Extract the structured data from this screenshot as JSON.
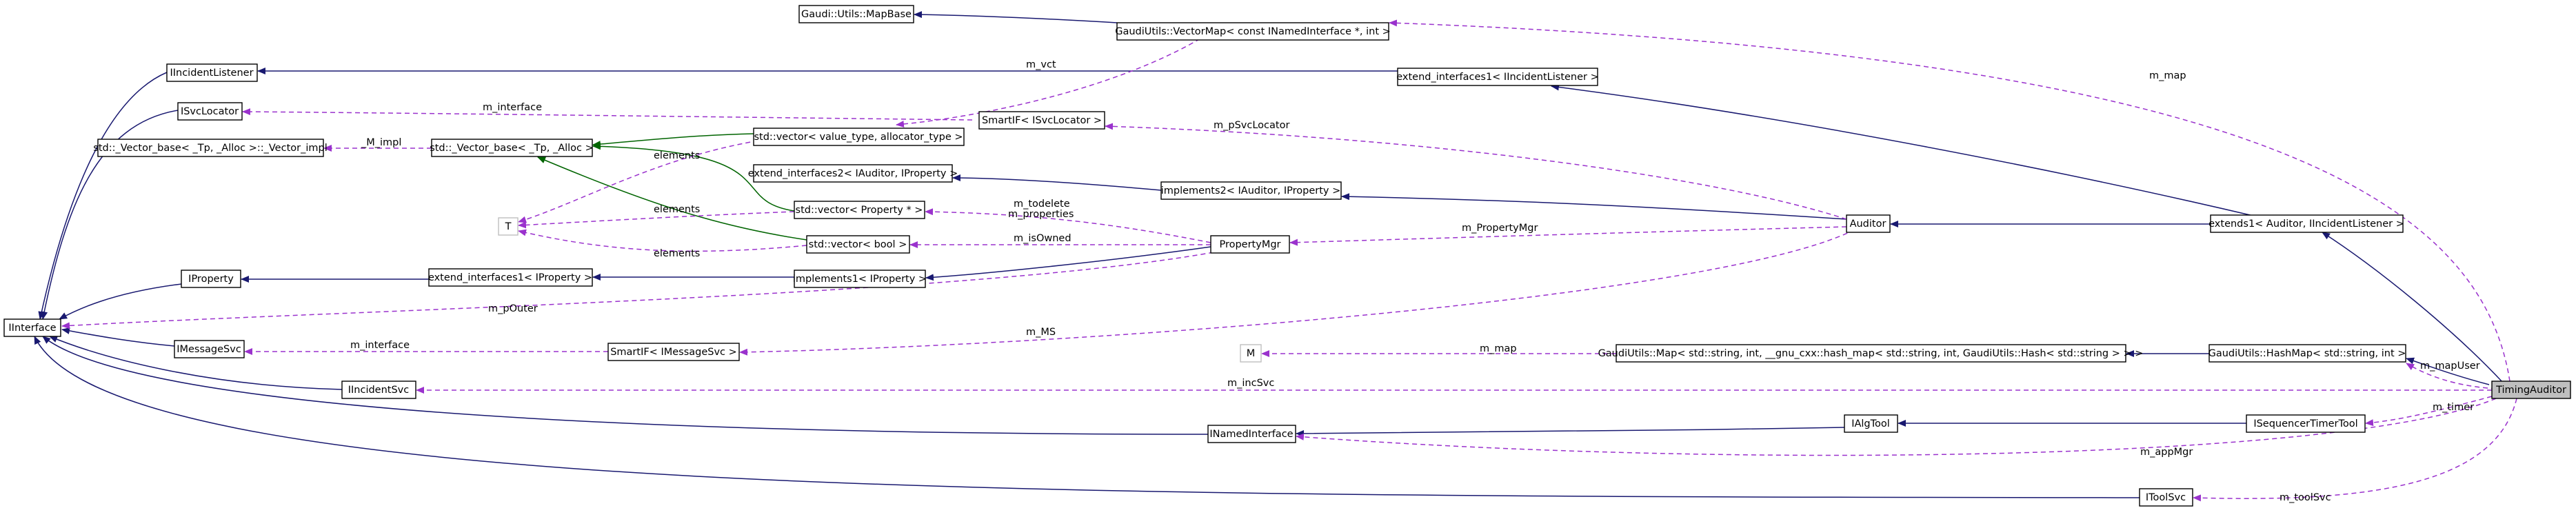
{
  "nodes": {
    "iinterface": "IInterface",
    "iincidentlistener": "IIncidentListener",
    "isvclocator": "ISvcLocator",
    "vector_impl": "std::_Vector_base< _Tp, _Alloc >::_Vector_impl",
    "vector_base": "std::_Vector_base< _Tp, _Alloc >",
    "t_param": "T",
    "iproperty": "IProperty",
    "imessagesvc": "IMessageSvc",
    "iincidentsvc": "IIncidentSvc",
    "gaudi_mapbase": "Gaudi::Utils::MapBase",
    "vectormap": "GaudiUtils::VectorMap< const INamedInterface *, int >",
    "extend_incident": "extend_interfaces1< IIncidentListener >",
    "smartif_svclocator": "SmartIF< ISvcLocator >",
    "vector_value": "std::vector< value_type, allocator_type >",
    "extend2": "extend_interfaces2< IAuditor, IProperty >",
    "vector_property": "std::vector< Property * >",
    "vector_bool": "std::vector< bool >",
    "extend_property": "extend_interfaces1< IProperty >",
    "implements1": "implements1< IProperty >",
    "smartif_msgsvc": "SmartIF< IMessageSvc >",
    "implements2": "implements2< IAuditor, IProperty >",
    "propertymgr": "PropertyMgr",
    "auditor": "Auditor",
    "extends1": "extends1< Auditor, IIncidentListener >",
    "m_param": "M",
    "gaudiutils_map": "GaudiUtils::Map< std::string, int, __gnu_cxx::hash_map< std::string, int, GaudiUtils::Hash< std::string > > >",
    "hashmap": "GaudiUtils::HashMap< std::string, int >",
    "ialgtool": "IAlgTool",
    "inamedinterface": "INamedInterface",
    "isequencertimertool": "ISequencerTimerTool",
    "itoolsvc": "IToolSvc",
    "timingauditor": "TimingAuditor"
  },
  "edge_labels": {
    "m_vct": "m_vct",
    "m_map_top": "m_map",
    "m_interface_svc": "m_interface",
    "m_impl": "_M_impl",
    "elements_1": "elements",
    "elements_2": "elements",
    "elements_3": "elements",
    "m_psvclocator": "m_pSvcLocator",
    "m_todelete": "m_todelete",
    "m_properties": "m_properties",
    "m_propertymgr": "m_PropertyMgr",
    "m_isowned": "m_isOwned",
    "m_pouter": "m_pOuter",
    "m_interface_msg": "m_interface",
    "m_ms": "m_MS",
    "m_map_mid": "m_map",
    "m_mapuser": "m_mapUser",
    "m_incsvc": "m_incSvc",
    "m_timer": "m_timer",
    "m_appmgr": "m_appMgr",
    "m_toolsvc": "m_toolSvc"
  },
  "colors": {
    "inheritance": "#191970",
    "usage": "#9a32cd",
    "template": "#ffa500",
    "private_inheritance": "#006400",
    "highlight_fill": "#bfbfbf",
    "gray_border": "#bfbfbf"
  }
}
